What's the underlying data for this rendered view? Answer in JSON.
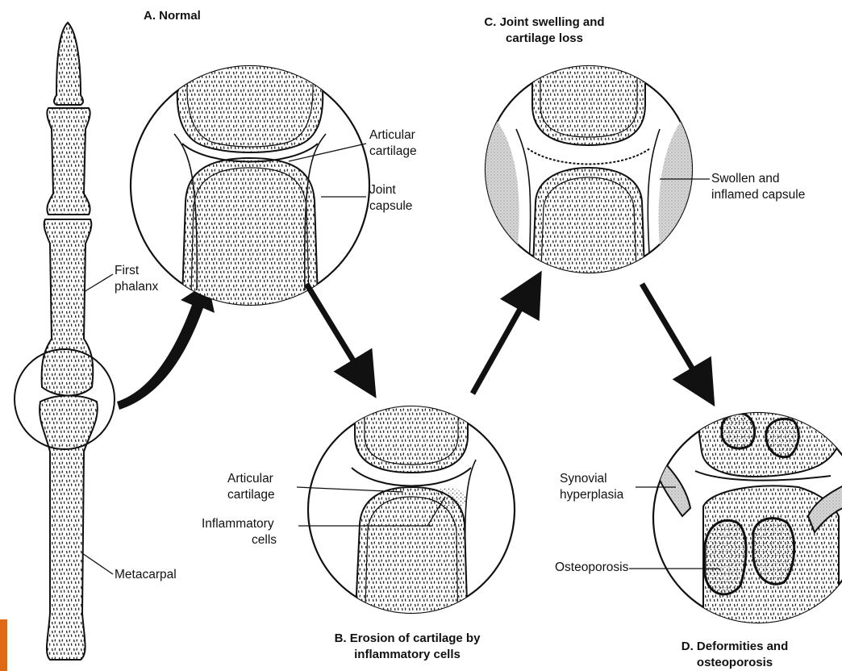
{
  "panels": {
    "a": {
      "title": "A. Normal"
    },
    "b": {
      "title_lines": [
        "B. Erosion of cartilage by",
        "inflammatory cells"
      ]
    },
    "c": {
      "title_lines": [
        "C. Joint swelling and",
        "cartilage loss"
      ]
    },
    "d": {
      "title_lines": [
        "D. Deformities and",
        "osteoporosis"
      ]
    }
  },
  "labels": {
    "finger": {
      "first_phalanx": [
        "First",
        "phalanx"
      ],
      "metacarpal": "Metacarpal"
    },
    "a": {
      "articular_cartilage": [
        "Articular",
        "cartilage"
      ],
      "joint_capsule": [
        "Joint",
        "capsule"
      ]
    },
    "b": {
      "articular_cartilage": [
        "Articular",
        "cartilage"
      ],
      "inflammatory_cells": [
        "Inflammatory",
        "cells"
      ]
    },
    "c": {
      "swollen_capsule": [
        "Swollen and",
        "inflamed capsule"
      ]
    },
    "d": {
      "synovial_hyperplasia": [
        "Synovial",
        "hyperplasia"
      ],
      "osteoporosis": "Osteoporosis"
    }
  },
  "colors": {
    "ink": "#111111",
    "stipple": "#333333",
    "swelling": "#c8c8c8",
    "accent": "#e06a14"
  }
}
